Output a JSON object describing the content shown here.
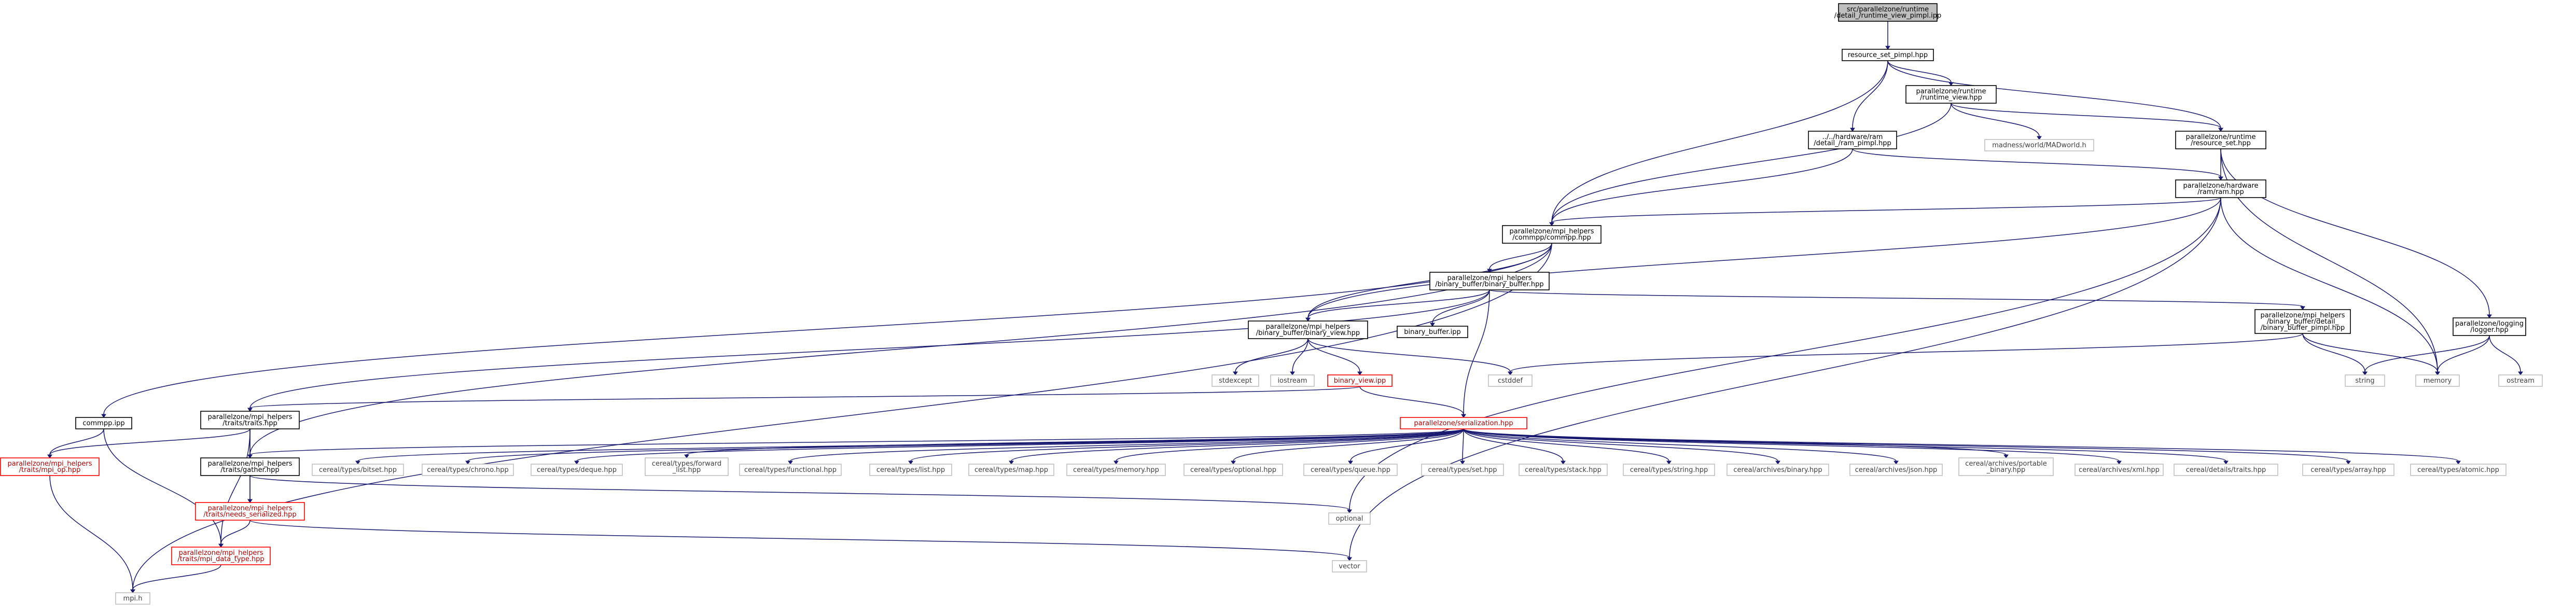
{
  "colors": {
    "edge": "#191970",
    "root_fill": "#bfbfbf",
    "node_border": "#000000",
    "external_border": "#bfbfbf",
    "external_text": "#404040",
    "broken_border": "#ff0000",
    "broken_text": "#b00000",
    "text": "#000000"
  },
  "nodes": [
    {
      "id": "root",
      "kind": "root",
      "lines": [
        "src/parallelzone/runtime",
        "/detail_/runtime_view_pimpl.ipp"
      ]
    },
    {
      "id": "resource_set_pimpl",
      "kind": "normal",
      "lines": [
        "resource_set_pimpl.hpp"
      ]
    },
    {
      "id": "runtime_view",
      "kind": "normal",
      "lines": [
        "parallelzone/runtime",
        "/runtime_view.hpp"
      ]
    },
    {
      "id": "ram_pimpl",
      "kind": "normal",
      "lines": [
        "../../hardware/ram",
        "/detail_/ram_pimpl.hpp"
      ]
    },
    {
      "id": "madness",
      "kind": "external",
      "lines": [
        "madness/world/MADworld.h"
      ]
    },
    {
      "id": "resource_set",
      "kind": "normal",
      "lines": [
        "parallelzone/runtime",
        "/resource_set.hpp"
      ]
    },
    {
      "id": "ram",
      "kind": "normal",
      "lines": [
        "parallelzone/hardware",
        "/ram/ram.hpp"
      ]
    },
    {
      "id": "commpp",
      "kind": "normal",
      "lines": [
        "parallelzone/mpi_helpers",
        "/commpp/commpp.hpp"
      ]
    },
    {
      "id": "binary_buffer",
      "kind": "normal",
      "lines": [
        "parallelzone/mpi_helpers",
        "/binary_buffer/binary_buffer.hpp"
      ]
    },
    {
      "id": "binary_view",
      "kind": "normal",
      "lines": [
        "parallelzone/mpi_helpers",
        "/binary_buffer/binary_view.hpp"
      ]
    },
    {
      "id": "binary_buffer_ipp",
      "kind": "normal",
      "lines": [
        "binary_buffer.ipp"
      ]
    },
    {
      "id": "binary_buffer_pimpl",
      "kind": "normal",
      "lines": [
        "parallelzone/mpi_helpers",
        "/binary_buffer/detail_",
        "/binary_buffer_pimpl.hpp"
      ]
    },
    {
      "id": "logger",
      "kind": "normal",
      "lines": [
        "parallelzone/logging",
        "/logger.hpp"
      ]
    },
    {
      "id": "stdexcept",
      "kind": "external",
      "lines": [
        "stdexcept"
      ]
    },
    {
      "id": "iostream",
      "kind": "external",
      "lines": [
        "iostream"
      ]
    },
    {
      "id": "binary_view_ipp",
      "kind": "broken",
      "lines": [
        "binary_view.ipp"
      ]
    },
    {
      "id": "cstddef",
      "kind": "external",
      "lines": [
        "cstddef"
      ]
    },
    {
      "id": "string",
      "kind": "external",
      "lines": [
        "string"
      ]
    },
    {
      "id": "memory",
      "kind": "external",
      "lines": [
        "memory"
      ]
    },
    {
      "id": "ostream",
      "kind": "external",
      "lines": [
        "ostream"
      ]
    },
    {
      "id": "commpp_ipp",
      "kind": "normal",
      "lines": [
        "commpp.ipp"
      ]
    },
    {
      "id": "traits",
      "kind": "normal",
      "lines": [
        "parallelzone/mpi_helpers",
        "/traits/traits.hpp"
      ]
    },
    {
      "id": "serialization",
      "kind": "broken",
      "lines": [
        "parallelzone/serialization.hpp"
      ]
    },
    {
      "id": "mpi_op",
      "kind": "broken",
      "lines": [
        "parallelzone/mpi_helpers",
        "/traits/mpi_op.hpp"
      ]
    },
    {
      "id": "gather",
      "kind": "normal",
      "lines": [
        "parallelzone/mpi_helpers",
        "/traits/gather.hpp"
      ]
    },
    {
      "id": "c_bitset",
      "kind": "external",
      "lines": [
        "cereal/types/bitset.hpp"
      ]
    },
    {
      "id": "c_chrono",
      "kind": "external",
      "lines": [
        "cereal/types/chrono.hpp"
      ]
    },
    {
      "id": "c_deque",
      "kind": "external",
      "lines": [
        "cereal/types/deque.hpp"
      ]
    },
    {
      "id": "c_forward_list",
      "kind": "external",
      "lines": [
        "cereal/types/forward",
        "_list.hpp"
      ]
    },
    {
      "id": "c_functional",
      "kind": "external",
      "lines": [
        "cereal/types/functional.hpp"
      ]
    },
    {
      "id": "c_list",
      "kind": "external",
      "lines": [
        "cereal/types/list.hpp"
      ]
    },
    {
      "id": "c_map",
      "kind": "external",
      "lines": [
        "cereal/types/map.hpp"
      ]
    },
    {
      "id": "c_memory",
      "kind": "external",
      "lines": [
        "cereal/types/memory.hpp"
      ]
    },
    {
      "id": "c_optional",
      "kind": "external",
      "lines": [
        "cereal/types/optional.hpp"
      ]
    },
    {
      "id": "c_queue",
      "kind": "external",
      "lines": [
        "cereal/types/queue.hpp"
      ]
    },
    {
      "id": "c_set",
      "kind": "external",
      "lines": [
        "cereal/types/set.hpp"
      ]
    },
    {
      "id": "c_stack",
      "kind": "external",
      "lines": [
        "cereal/types/stack.hpp"
      ]
    },
    {
      "id": "c_string",
      "kind": "external",
      "lines": [
        "cereal/types/string.hpp"
      ]
    },
    {
      "id": "c_binary",
      "kind": "external",
      "lines": [
        "cereal/archives/binary.hpp"
      ]
    },
    {
      "id": "c_json",
      "kind": "external",
      "lines": [
        "cereal/archives/json.hpp"
      ]
    },
    {
      "id": "c_portable",
      "kind": "external",
      "lines": [
        "cereal/archives/portable",
        "_binary.hpp"
      ]
    },
    {
      "id": "c_xml",
      "kind": "external",
      "lines": [
        "cereal/archives/xml.hpp"
      ]
    },
    {
      "id": "c_traits",
      "kind": "external",
      "lines": [
        "cereal/details/traits.hpp"
      ]
    },
    {
      "id": "c_array",
      "kind": "external",
      "lines": [
        "cereal/types/array.hpp"
      ]
    },
    {
      "id": "c_atomic",
      "kind": "external",
      "lines": [
        "cereal/types/atomic.hpp"
      ]
    },
    {
      "id": "needs_serialized",
      "kind": "broken",
      "lines": [
        "parallelzone/mpi_helpers",
        "/traits/needs_serialized.hpp"
      ]
    },
    {
      "id": "optional",
      "kind": "external",
      "lines": [
        "optional"
      ]
    },
    {
      "id": "mpi_data_type",
      "kind": "broken",
      "lines": [
        "parallelzone/mpi_helpers",
        "/traits/mpi_data_type.hpp"
      ]
    },
    {
      "id": "vector",
      "kind": "external",
      "lines": [
        "vector"
      ]
    },
    {
      "id": "mpi_h",
      "kind": "external",
      "lines": [
        "mpi.h"
      ]
    }
  ],
  "edges": [
    [
      "root",
      "resource_set_pimpl"
    ],
    [
      "resource_set_pimpl",
      "ram_pimpl"
    ],
    [
      "resource_set_pimpl",
      "runtime_view"
    ],
    [
      "resource_set_pimpl",
      "resource_set"
    ],
    [
      "resource_set_pimpl",
      "commpp"
    ],
    [
      "runtime_view",
      "madness"
    ],
    [
      "runtime_view",
      "resource_set"
    ],
    [
      "runtime_view",
      "commpp"
    ],
    [
      "ram_pimpl",
      "ram"
    ],
    [
      "ram_pimpl",
      "commpp"
    ],
    [
      "resource_set",
      "ram"
    ],
    [
      "resource_set",
      "logger"
    ],
    [
      "resource_set",
      "memory"
    ],
    [
      "ram",
      "commpp"
    ],
    [
      "ram",
      "binary_view"
    ],
    [
      "ram",
      "memory"
    ],
    [
      "ram",
      "optional"
    ],
    [
      "ram",
      "vector"
    ],
    [
      "commpp",
      "binary_buffer"
    ],
    [
      "commpp",
      "binary_view"
    ],
    [
      "commpp",
      "commpp_ipp"
    ],
    [
      "commpp",
      "gather"
    ],
    [
      "commpp",
      "mpi_h"
    ],
    [
      "binary_buffer",
      "binary_view"
    ],
    [
      "binary_buffer",
      "binary_buffer_ipp"
    ],
    [
      "binary_buffer",
      "binary_buffer_pimpl"
    ],
    [
      "binary_buffer",
      "traits"
    ],
    [
      "binary_buffer",
      "serialization"
    ],
    [
      "binary_view",
      "stdexcept"
    ],
    [
      "binary_view",
      "iostream"
    ],
    [
      "binary_view",
      "binary_view_ipp"
    ],
    [
      "binary_view",
      "cstddef"
    ],
    [
      "binary_buffer_pimpl",
      "cstddef"
    ],
    [
      "binary_buffer_pimpl",
      "string"
    ],
    [
      "binary_buffer_pimpl",
      "memory"
    ],
    [
      "logger",
      "string"
    ],
    [
      "logger",
      "memory"
    ],
    [
      "logger",
      "ostream"
    ],
    [
      "binary_view_ipp",
      "traits"
    ],
    [
      "binary_view_ipp",
      "serialization"
    ],
    [
      "commpp_ipp",
      "mpi_op"
    ],
    [
      "commpp_ipp",
      "mpi_data_type"
    ],
    [
      "traits",
      "mpi_op"
    ],
    [
      "traits",
      "gather"
    ],
    [
      "traits",
      "needs_serialized"
    ],
    [
      "traits",
      "mpi_data_type"
    ],
    [
      "serialization",
      "gather"
    ],
    [
      "serialization",
      "c_bitset"
    ],
    [
      "serialization",
      "c_chrono"
    ],
    [
      "serialization",
      "c_deque"
    ],
    [
      "serialization",
      "c_forward_list"
    ],
    [
      "serialization",
      "c_functional"
    ],
    [
      "serialization",
      "c_list"
    ],
    [
      "serialization",
      "c_map"
    ],
    [
      "serialization",
      "c_memory"
    ],
    [
      "serialization",
      "c_optional"
    ],
    [
      "serialization",
      "c_queue"
    ],
    [
      "serialization",
      "c_set"
    ],
    [
      "serialization",
      "c_stack"
    ],
    [
      "serialization",
      "c_string"
    ],
    [
      "serialization",
      "c_binary"
    ],
    [
      "serialization",
      "c_json"
    ],
    [
      "serialization",
      "c_portable"
    ],
    [
      "serialization",
      "c_xml"
    ],
    [
      "serialization",
      "c_traits"
    ],
    [
      "serialization",
      "c_array"
    ],
    [
      "serialization",
      "c_atomic"
    ],
    [
      "gather",
      "needs_serialized"
    ],
    [
      "gather",
      "optional"
    ],
    [
      "needs_serialized",
      "mpi_data_type"
    ],
    [
      "needs_serialized",
      "vector"
    ],
    [
      "mpi_op",
      "mpi_h"
    ],
    [
      "mpi_data_type",
      "mpi_h"
    ]
  ]
}
